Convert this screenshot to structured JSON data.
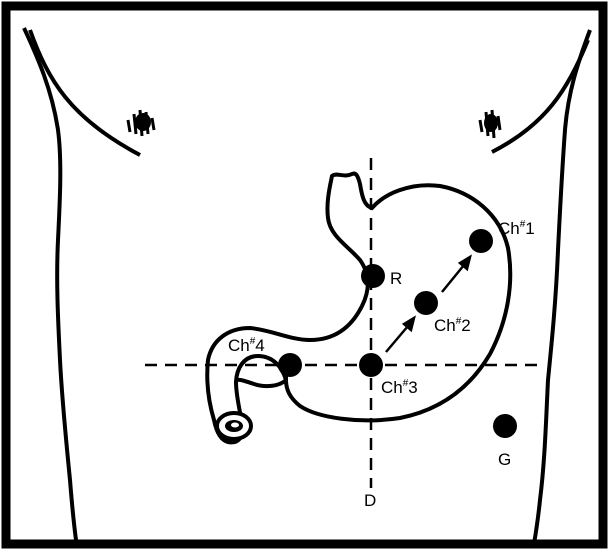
{
  "diagram": {
    "line_color": "#000000",
    "background": "#ffffff",
    "electrodes": [
      {
        "id": "ch1",
        "prefix": "Ch",
        "sup": "#",
        "num": "1"
      },
      {
        "id": "ch2",
        "prefix": "Ch",
        "sup": "#",
        "num": "2"
      },
      {
        "id": "ch3",
        "prefix": "Ch",
        "sup": "#",
        "num": "3"
      },
      {
        "id": "ch4",
        "prefix": "Ch",
        "sup": "#",
        "num": "4"
      }
    ],
    "reference_label": "R",
    "ground_label": "G",
    "axis_label": "D"
  }
}
